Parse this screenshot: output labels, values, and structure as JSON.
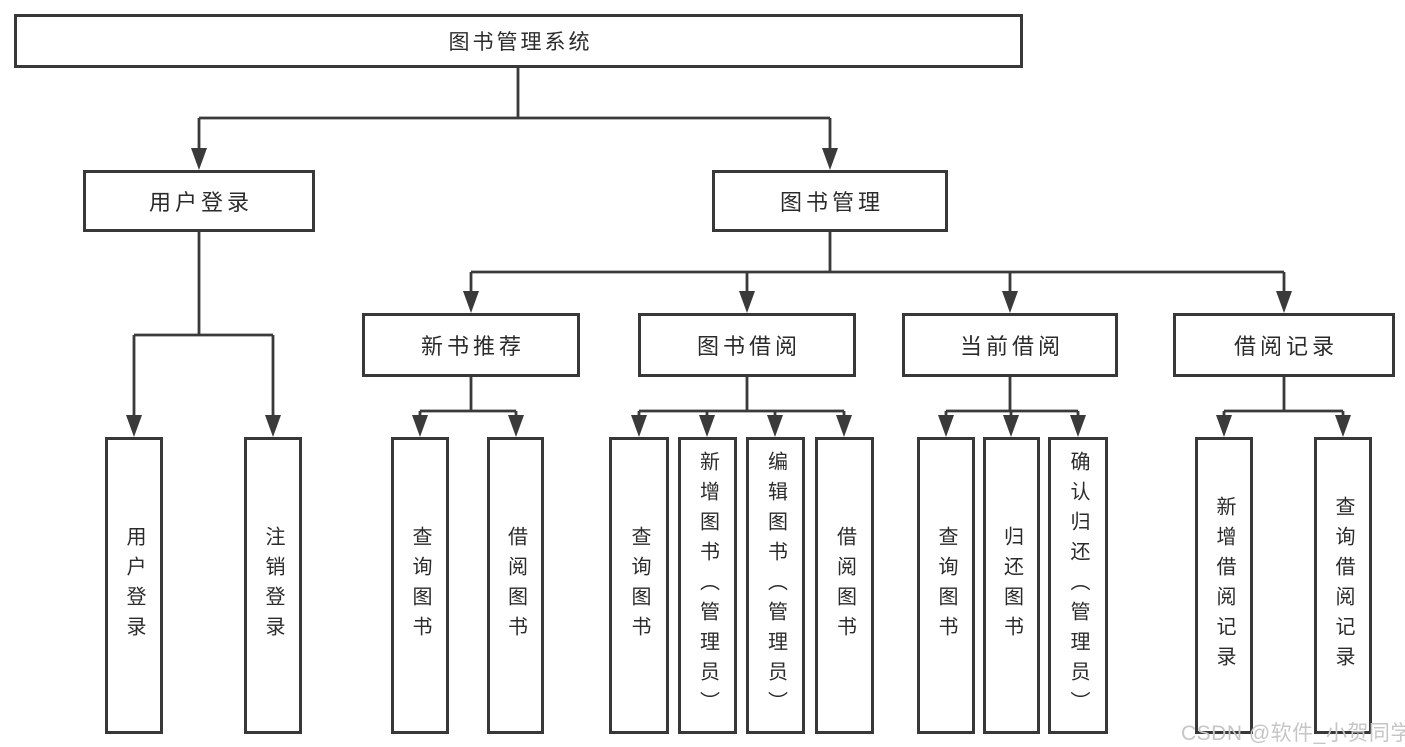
{
  "diagram": {
    "type": "hierarchy-tree",
    "root": "图书管理系统",
    "watermark": "CSDN @软件_小贺同学",
    "colors": {
      "line": "#3a3a3a",
      "box_border": "#383838",
      "text": "#2b2b2b",
      "background": "#ffffff",
      "watermark": "#c6c6c6"
    },
    "nodes": {
      "root": "图书管理系统",
      "user_login": "用户登录",
      "book_mgmt": "图书管理",
      "new_book_rec": "新书推荐",
      "book_borrow": "图书借阅",
      "current_borrow": "当前借阅",
      "borrow_record": "借阅记录",
      "ul_login": "用户登录",
      "ul_logout": "注销登录",
      "nbr_query": "查询图书",
      "nbr_borrow": "借阅图书",
      "bb_query": "查询图书",
      "bb_add": "新增图书（管理员）",
      "bb_edit": "编辑图书（管理员）",
      "bb_borrow": "借阅图书",
      "cb_query": "查询图书",
      "cb_return": "归还图书",
      "cb_confirm": "确认归还（管理员）",
      "br_add": "新增借阅记录",
      "br_query": "查询借阅记录"
    },
    "hierarchy": [
      {
        "label": "图书管理系统",
        "children": [
          {
            "label": "用户登录",
            "children": [
              "用户登录",
              "注销登录"
            ]
          },
          {
            "label": "图书管理",
            "children": [
              {
                "label": "新书推荐",
                "children": [
                  "查询图书",
                  "借阅图书"
                ]
              },
              {
                "label": "图书借阅",
                "children": [
                  "查询图书",
                  "新增图书（管理员）",
                  "编辑图书（管理员）",
                  "借阅图书"
                ]
              },
              {
                "label": "当前借阅",
                "children": [
                  "查询图书",
                  "归还图书",
                  "确认归还（管理员）"
                ]
              },
              {
                "label": "借阅记录",
                "children": [
                  "新增借阅记录",
                  "查询借阅记录"
                ]
              }
            ]
          }
        ]
      }
    ]
  }
}
